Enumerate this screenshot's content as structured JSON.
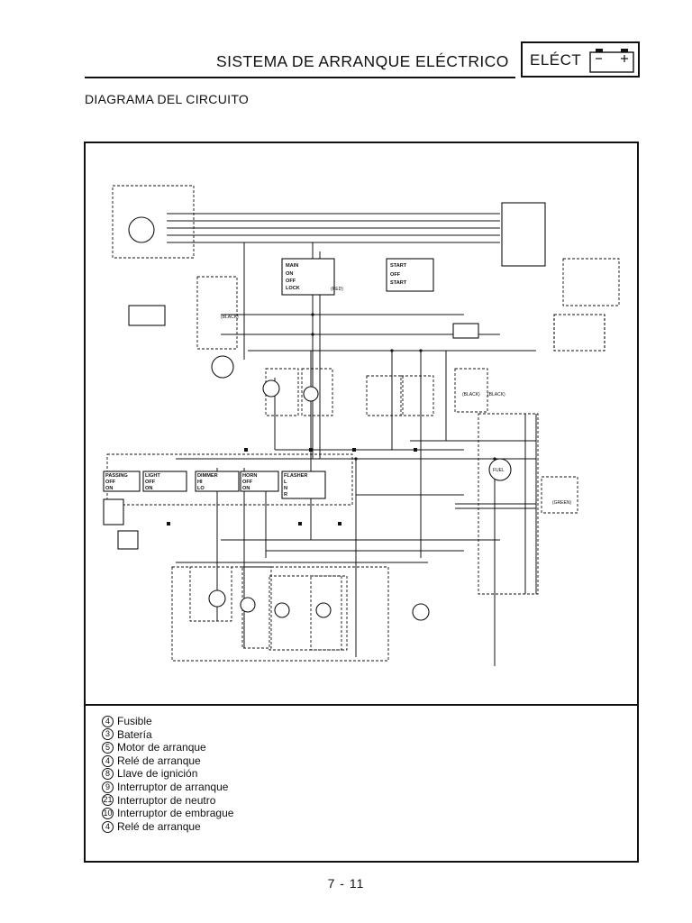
{
  "header": {
    "title": "SISTEMA DE ARRANQUE ELÉCTRICO",
    "section_badge": "ELÉCT",
    "badge_icon": "battery-icon"
  },
  "subtitle": "DIAGRAMA DEL CIRCUITO",
  "diagram": {
    "switch_panels": {
      "main": {
        "title": "MAIN",
        "rows": [
          "ON",
          "OFF",
          "LOCK"
        ]
      },
      "start": {
        "title": "START",
        "rows": [
          "OFF",
          "START"
        ]
      },
      "light": {
        "title": "LIGHT",
        "rows": [
          "OFF",
          "ON"
        ]
      },
      "passing": {
        "title": "PASSING",
        "rows": [
          "OFF",
          "ON"
        ]
      },
      "dimmer": {
        "title": "DIMMER",
        "rows": [
          "HI",
          "LO"
        ]
      },
      "horn": {
        "title": "HORN",
        "rows": [
          "OFF",
          "ON"
        ]
      },
      "flasher": {
        "title": "FLASHER",
        "rows": [
          "L",
          "N",
          "R"
        ]
      }
    },
    "connector_notes": [
      "(BLACK)",
      "(RED)",
      "(BLACK)",
      "(BLACK)",
      "(GREEN)"
    ],
    "part_labels": [
      "FUEL"
    ]
  },
  "legend": [
    {
      "num": "4",
      "text": "Fusible"
    },
    {
      "num": "3",
      "text": "Batería"
    },
    {
      "num": "5",
      "text": "Motor de arranque"
    },
    {
      "num": "4",
      "text": "Relé de arranque"
    },
    {
      "num": "8",
      "text": "Llave de ignición"
    },
    {
      "num": "9",
      "text": "Interruptor de arranque"
    },
    {
      "num": "21",
      "text": "Interruptor de neutro"
    },
    {
      "num": "10",
      "text": "Interruptor de embrague"
    },
    {
      "num": "4",
      "text": "Relé de arranque"
    }
  ],
  "page_number": "7 - 11"
}
